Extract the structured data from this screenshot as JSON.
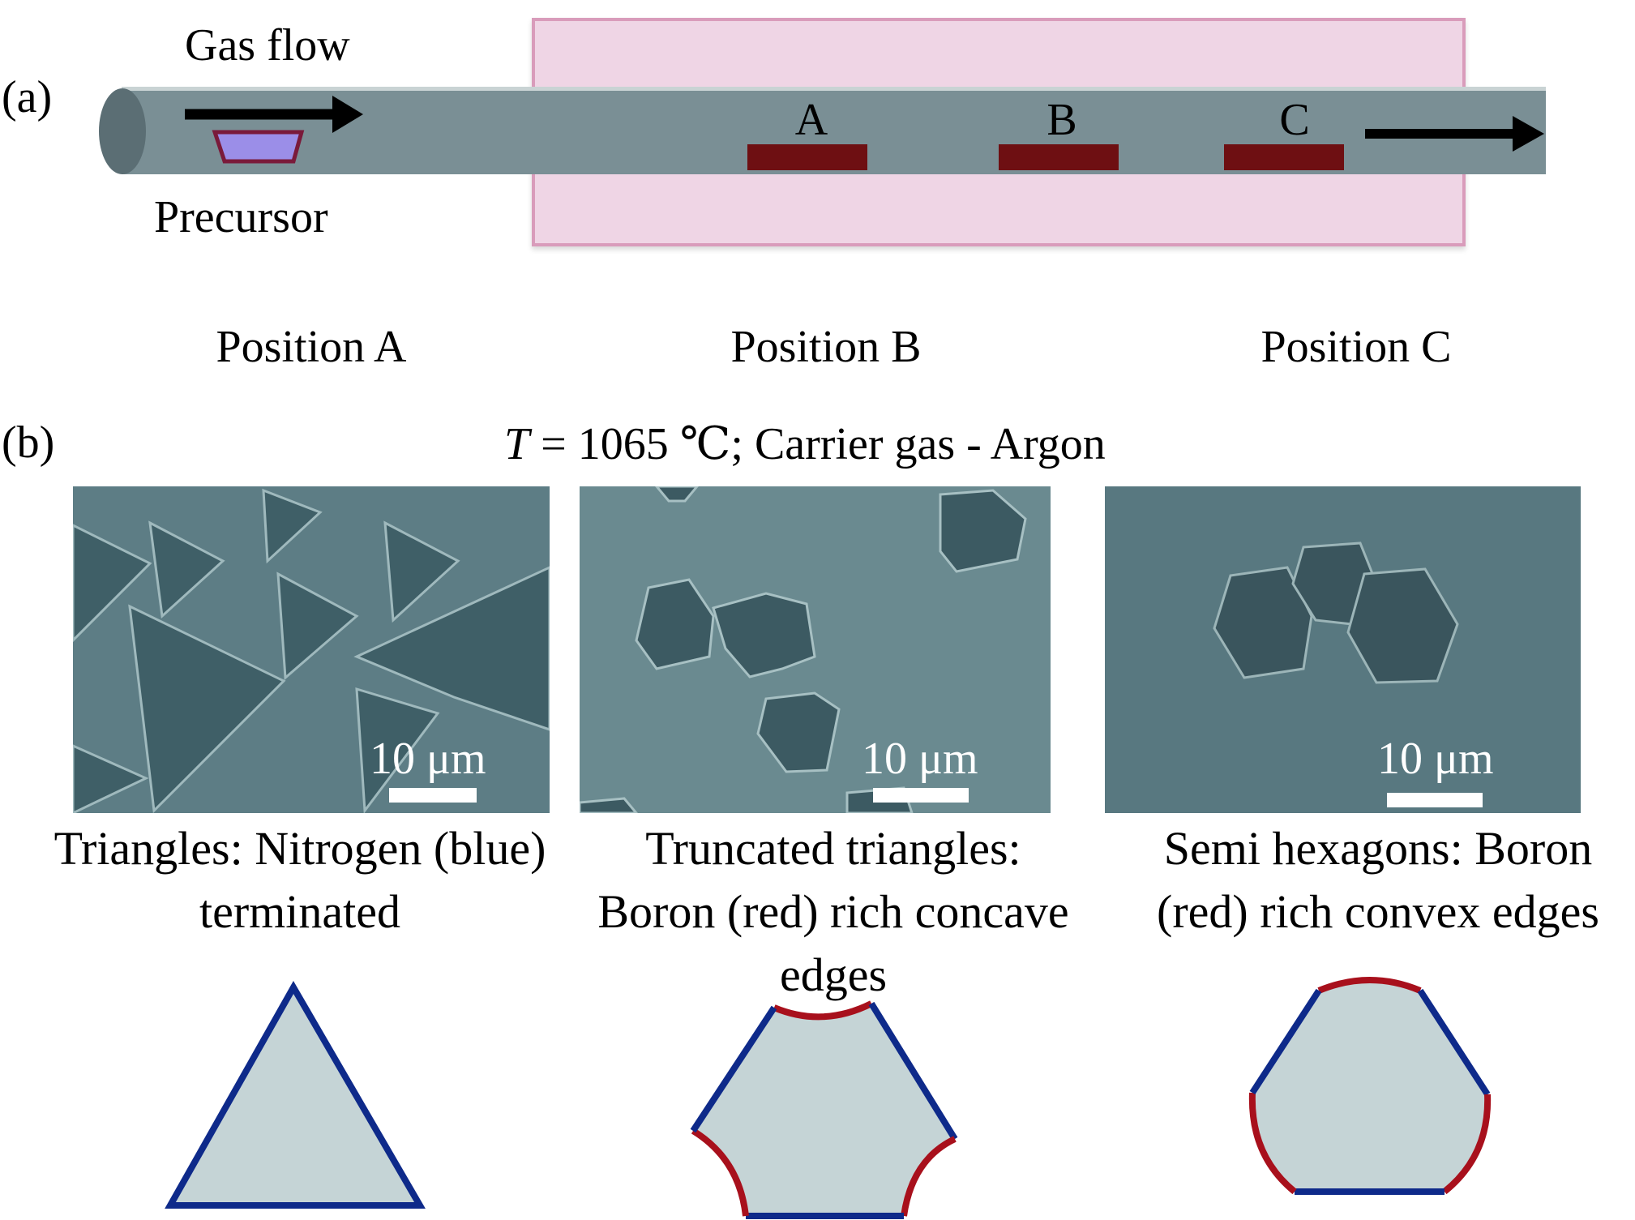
{
  "figure": {
    "panel_a": {
      "label": "(a)",
      "gas_flow_label": "Gas flow",
      "precursor_label": "Precursor",
      "positions": [
        "A",
        "B",
        "C"
      ],
      "colors": {
        "tube": "#7a8f95",
        "tube_end": "#5b6e74",
        "furnace": "#f0d6e6",
        "furnace_border": "#d89ab8",
        "boat": "#6e0f12",
        "precursor_fill": "#9b8ee8",
        "precursor_border": "#7a1a3a"
      }
    },
    "panel_b": {
      "label": "(b)",
      "position_headers": [
        "Position A",
        "Position B",
        "Position C"
      ],
      "condition_italic": "T",
      "condition_text": " = 1065 ℃; Carrier gas - Argon",
      "scale_bar_label": "10 μm",
      "images": [
        {
          "name": "sem-position-a",
          "description": "Triangles"
        },
        {
          "name": "sem-position-b",
          "description": "Truncated triangles"
        },
        {
          "name": "sem-position-c",
          "description": "Semi hexagons"
        }
      ],
      "captions": [
        {
          "line1": "Triangles: Nitrogen (blue)",
          "line2": "terminated",
          "line3": ""
        },
        {
          "line1": "Truncated triangles:",
          "line2": "Boron (red) rich concave",
          "line3": "edges"
        },
        {
          "line1": "Semi hexagons: Boron",
          "line2": "(red) rich convex edges",
          "line3": ""
        }
      ],
      "shape_colors": {
        "fill": "#c5d4d6",
        "nitrogen_edge": "#0e2a8a",
        "boron_edge": "#a8101c"
      }
    }
  }
}
